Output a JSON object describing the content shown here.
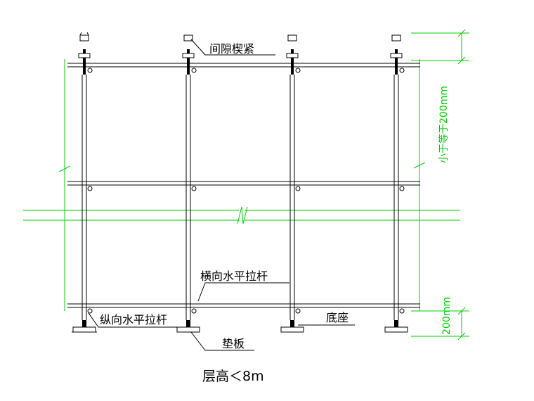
{
  "diagram": {
    "labels": {
      "gap_wedge": "间隙楔紧",
      "small_or_equal_200": "小于等于200mm",
      "horizontal_bar_transverse": "横向水平拉杆",
      "horizontal_bar_longitudinal": "纵向水平拉杆",
      "base": "底座",
      "bottom_dim": "200mm",
      "pad": "垫板"
    },
    "caption": "层高＜8m",
    "colors": {
      "pipe": "#000000",
      "dimension": "#00cc00",
      "leader": "#000000"
    }
  }
}
